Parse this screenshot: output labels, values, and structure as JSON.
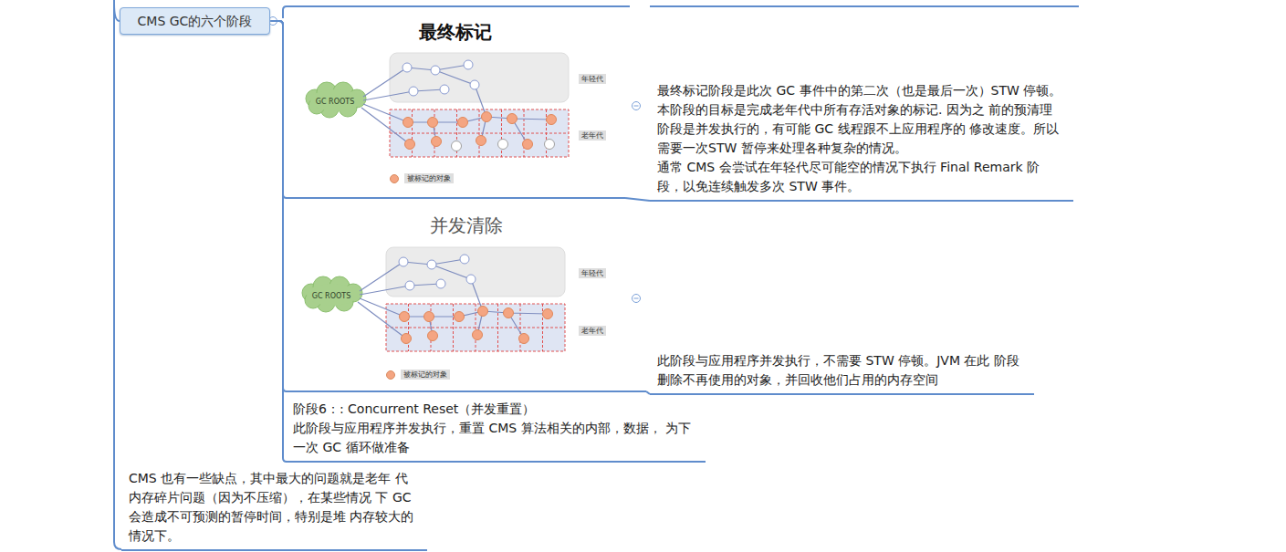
{
  "diagram": {
    "nodes": [
      {
        "text": [
          "CMS GC的六个阶段"
        ]
      },
      {
        "text": [
          "最终标记"
        ]
      },
      {
        "text": [
          "最终标记阶段是此次 GC 事件中的第二次（也是最后一次）STW 停顿。本阶段的目标是完成老年代中所有存活对象的标记. 因为之 前的预清理阶段是并发执行的，有可能 GC 线程跟不上应用程序的 修改速度。所以需要一次STW 暂停来处理各种复杂的情况。",
          "通常 CMS 会尝试在年轻代尽可能空的情况下执行 Final Remark 阶段，以免连续触发多次 STW 事件。"
        ]
      },
      {
        "text": [
          "并发清除"
        ]
      },
      {
        "text": [
          "此阶段与应用程序并发执行，不需要 STW 停顿。JVM 在此 阶段删除不再使用的对象，并回收他们占用的内存空间"
        ]
      },
      {
        "text": [
          "阶段6：: Concurrent Reset（并发重置）",
          "此阶段与应用程序并发执行，重置 CMS 算法相关的内部，数据， 为下一次 GC 循环做准备"
        ]
      },
      {
        "text": [
          "CMS 也有一些缺点，其中最大的问题就是老年 代内存碎片问题（因为不压缩），在某些情况 下 GC 会造成不可预测的暂停时间，特别是堆 内存较大的情况下。"
        ]
      }
    ],
    "edges": [
      {
        "from": 0,
        "to": 1,
        "arrow": "none"
      },
      {
        "from": 1,
        "to": 2,
        "arrow": "none"
      },
      {
        "from": 0,
        "to": 3,
        "arrow": "none"
      },
      {
        "from": 3,
        "to": 4,
        "arrow": "none"
      },
      {
        "from": 0,
        "to": 5,
        "arrow": "none"
      }
    ],
    "labels": [
      "GC ROOTS",
      "年轻代",
      "老年代",
      "GC ROOTS",
      "年轻代",
      "老年代"
    ],
    "legend": [
      {
        "text": "被标记的对象",
        "color": "#f4a582"
      },
      {
        "text": "被标记的对象",
        "color": "#f4a582"
      }
    ]
  }
}
